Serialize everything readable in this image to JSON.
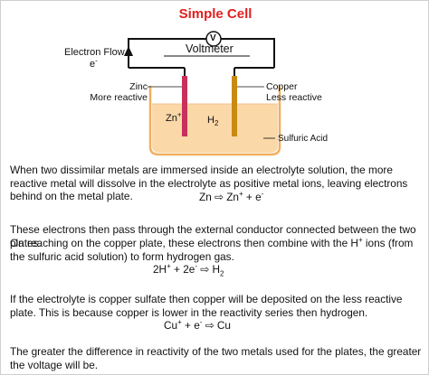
{
  "title": "Simple Cell",
  "diagram": {
    "electron_flow": "Electron Flow",
    "electron_symbol": "e",
    "voltmeter_symbol": "V",
    "voltmeter_label": "Voltmeter",
    "zinc_label": "Zinc",
    "zinc_sub": "More reactive",
    "copper_label": "Copper",
    "copper_sub": "Less reactive",
    "zn_ion": "Zn",
    "h2": "H",
    "acid_label": "Sulfuric Acid",
    "colors": {
      "zinc_rod": "#c8305a",
      "copper_rod": "#c98a12",
      "liquid": "#fbd8a8",
      "beaker": "#f0b060"
    }
  },
  "text": {
    "p1": "When two dissimilar metals are immersed inside an electrolyte solution, the more reactive metal will dissolve in the electrolyte as positive metal ions, leaving electrons behind on the metal plate.",
    "eq1_a": "Zn ⇨ Zn",
    "eq1_b": " + e",
    "p2a": "These electrons then pass through the external conductor connected between the two plates.",
    "p2b_1": "On reaching on the copper plate, these electrons then combine with the H",
    "p2b_2": "ions (from the sulfuric acid solution) to form hydrogen gas.",
    "eq2_a": "2H",
    "eq2_b": " + 2e",
    "eq2_c": " ⇨ H",
    "p3": "If the electrolyte is copper sulfate then copper will be deposited on the less reactive plate. This is because copper is lower in the reactivity series then hydrogen.",
    "eq3_a": "Cu",
    "eq3_b": " + e",
    "eq3_c": " ⇨ Cu",
    "p4": "The greater the difference in reactivity of the two metals used for the plates, the greater the voltage will be.",
    "plus": "+",
    "minus": "-",
    "two": "2"
  }
}
